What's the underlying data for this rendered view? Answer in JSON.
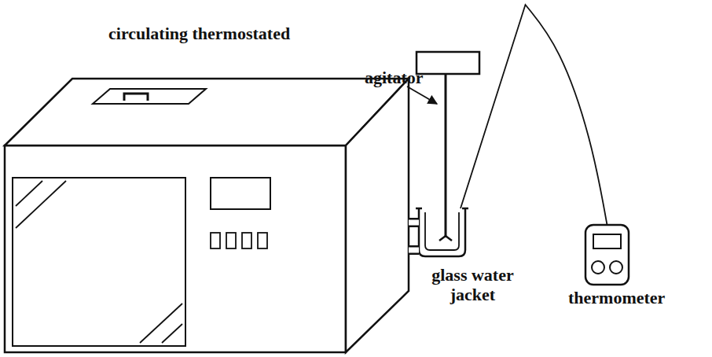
{
  "diagram": {
    "nodes": [
      {
        "text": [
          "circulating thermostated"
        ]
      },
      {
        "text": [
          "glass water jacket"
        ]
      },
      {
        "text": [
          "thermometer"
        ]
      }
    ],
    "edges": [
      {
        "from": 0,
        "to": 1,
        "arrow": "none"
      },
      {
        "from": 0,
        "to": 1,
        "arrow": "none"
      },
      {
        "from": 2,
        "to": 1,
        "arrow": "none"
      }
    ],
    "labels": [
      "agitator"
    ]
  }
}
